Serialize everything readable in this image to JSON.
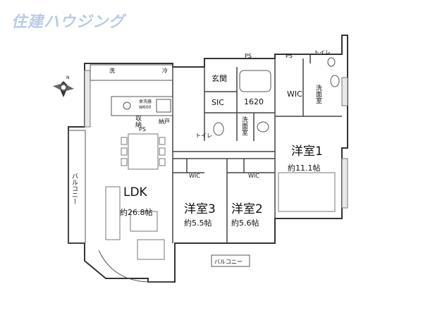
{
  "logo": {
    "text": "住建ハウジング"
  },
  "rooms": {
    "ldk_name": "LDK",
    "ldk_area": "約26.8帖",
    "bed1_name": "洋室1",
    "bed1_area": "約11.1帖",
    "bed2_name": "洋室2",
    "bed2_area": "約5.6帖",
    "bed3_name": "洋室3",
    "bed3_area": "約5.5帖",
    "entrance": "玄関",
    "sic": "SIC",
    "bath": "1620",
    "wash_center": "洗面室",
    "wash_right": "洗面室",
    "toilet_center": "トイレ",
    "toilet_right": "トイレ",
    "wic_main": "WIC",
    "wic_bed3": "WIC",
    "wic_bed2": "WIC",
    "storage": "収納",
    "closet": "納戸",
    "ps_kitchen": "PS",
    "ps_top_left": "PS",
    "ps_top_right": "PS",
    "balcony_left": "バルコニー",
    "balcony_bottom": "バルコニー",
    "laundry": "洗",
    "fridge": "冷",
    "dishwasher": "食洗器",
    "dishwasher_size": "W600"
  },
  "compass": {
    "north": "N"
  }
}
